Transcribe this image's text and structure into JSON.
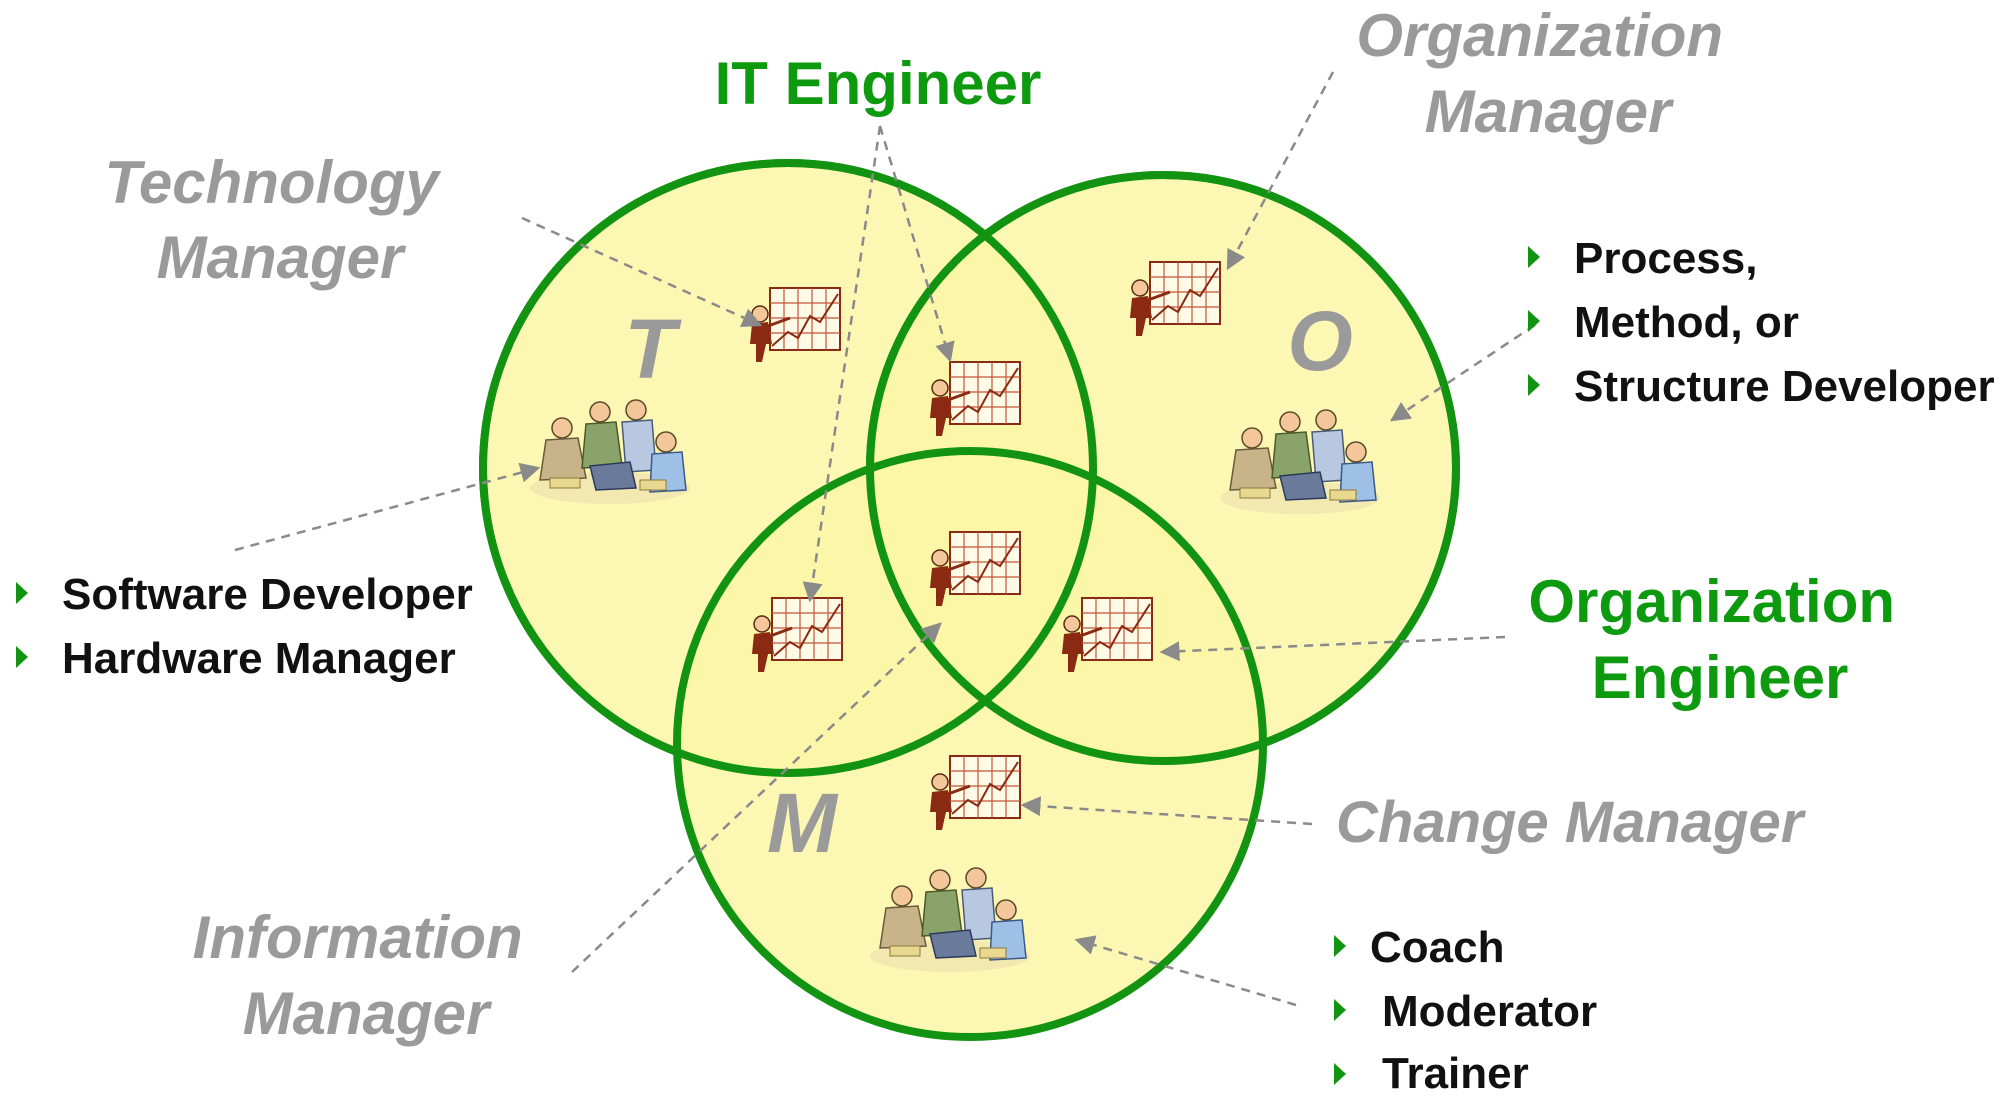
{
  "circles": {
    "t": {
      "letter": "T"
    },
    "o": {
      "letter": "O"
    },
    "m": {
      "letter": "M"
    }
  },
  "roles": {
    "it_engineer": "IT Engineer",
    "technology_manager": [
      "Technology",
      "Manager"
    ],
    "organization_manager": [
      "Organization",
      "Manager"
    ],
    "organization_engineer": [
      "Organization",
      "Engineer"
    ],
    "change_manager": "Change Manager",
    "information_manager": [
      "Information",
      "Manager"
    ]
  },
  "bullets": {
    "t_team": [
      "Software Developer",
      "Hardware Manager"
    ],
    "o_team": [
      "Process,",
      "Method, or",
      "Structure Developer"
    ],
    "m_team": [
      "Coach",
      "Moderator",
      "Trainer"
    ]
  },
  "colors": {
    "circle_fill": "#fbf7a6",
    "circle_stroke": "#129412",
    "green_text": "#0e9a0e",
    "gray_text": "#9a9a9a",
    "black_text": "#111111",
    "arrow": "#8a8a8a"
  }
}
